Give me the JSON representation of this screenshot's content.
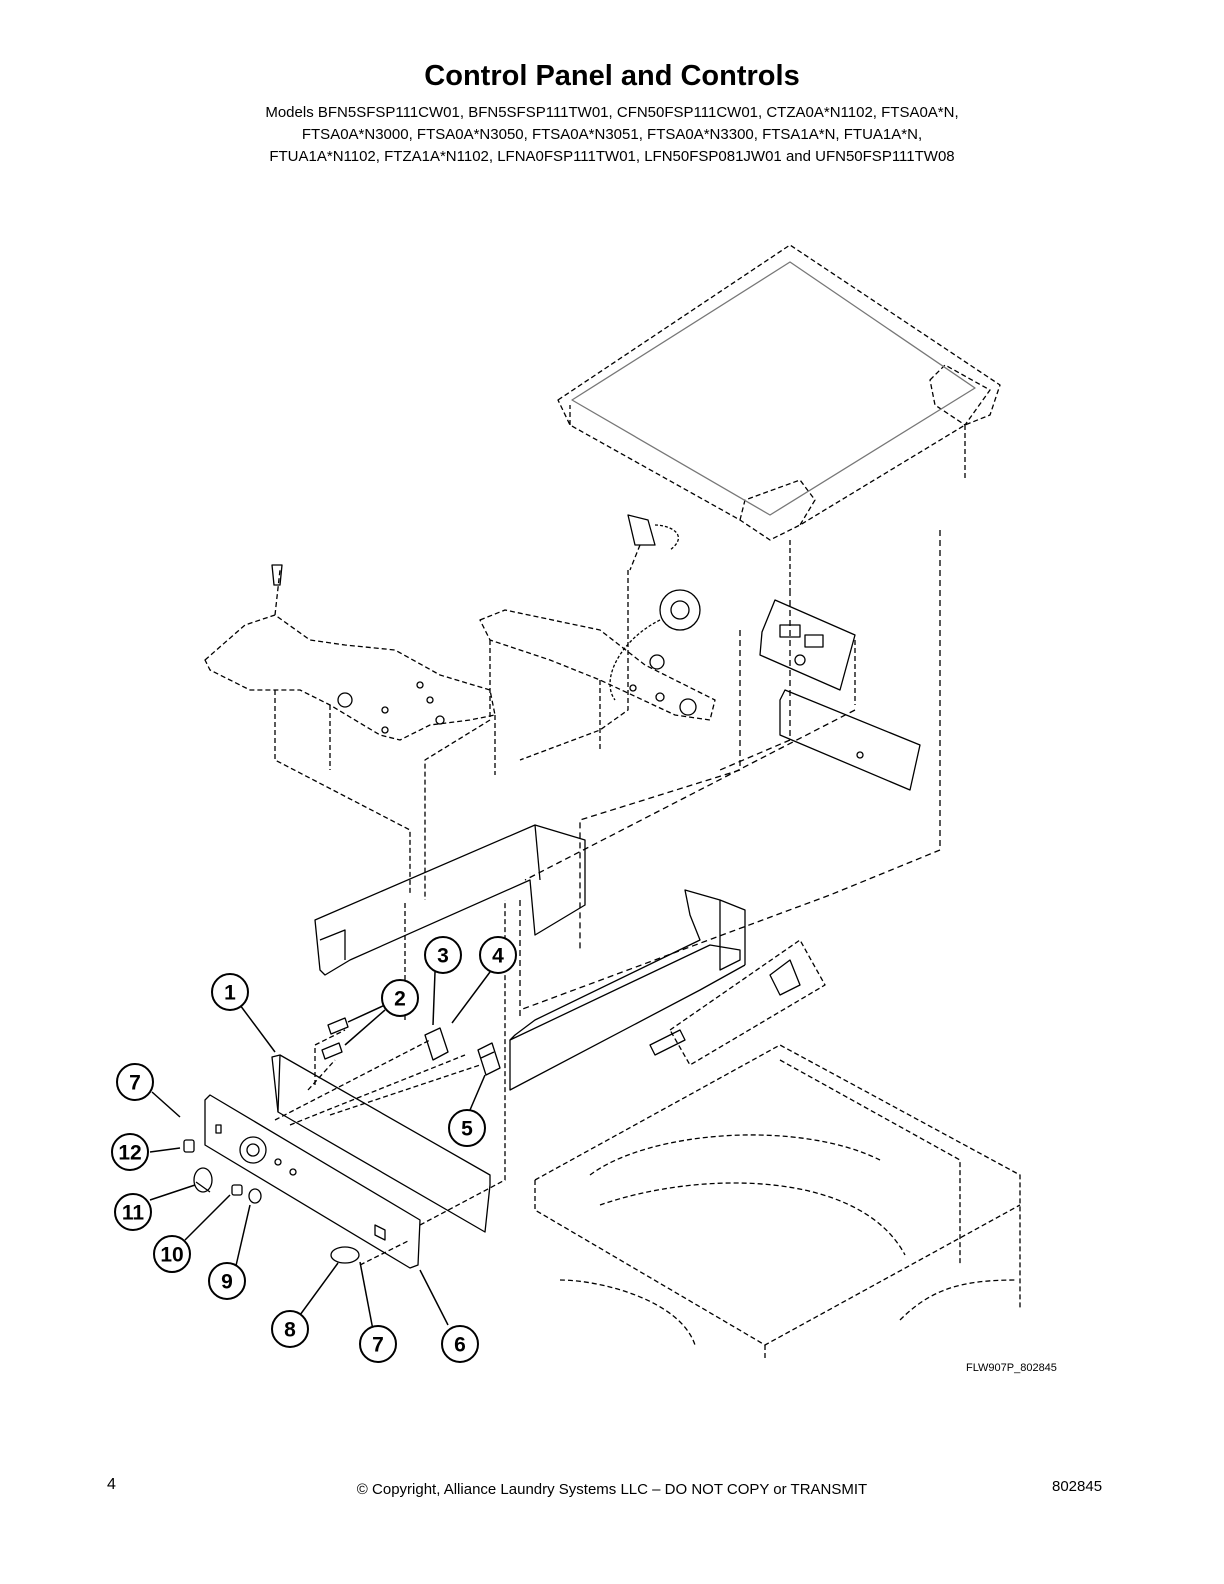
{
  "page": {
    "title": "Control Panel and Controls",
    "models_lines": [
      "Models BFN5SFSP111CW01, BFN5SFSP111TW01, CFN50FSP111CW01, CTZA0A*N1102, FTSA0A*N,",
      "FTSA0A*N3000, FTSA0A*N3050, FTSA0A*N3051, FTSA0A*N3300, FTSA1A*N, FTUA1A*N,",
      "FTUA1A*N1102, FTZA1A*N1102, LFNA0FSP111TW01, LFN50FSP081JW01 and UFN50FSP111TW08"
    ],
    "figure_code": "FLW907P_802845"
  },
  "callouts": [
    "1",
    "2",
    "3",
    "4",
    "5",
    "6",
    "7",
    "7",
    "8",
    "9",
    "10",
    "11",
    "12"
  ],
  "footer": {
    "page_number": "4",
    "copyright": "© Copyright, Alliance Laundry Systems LLC – DO NOT COPY or TRANSMIT",
    "doc_number": "802845"
  }
}
